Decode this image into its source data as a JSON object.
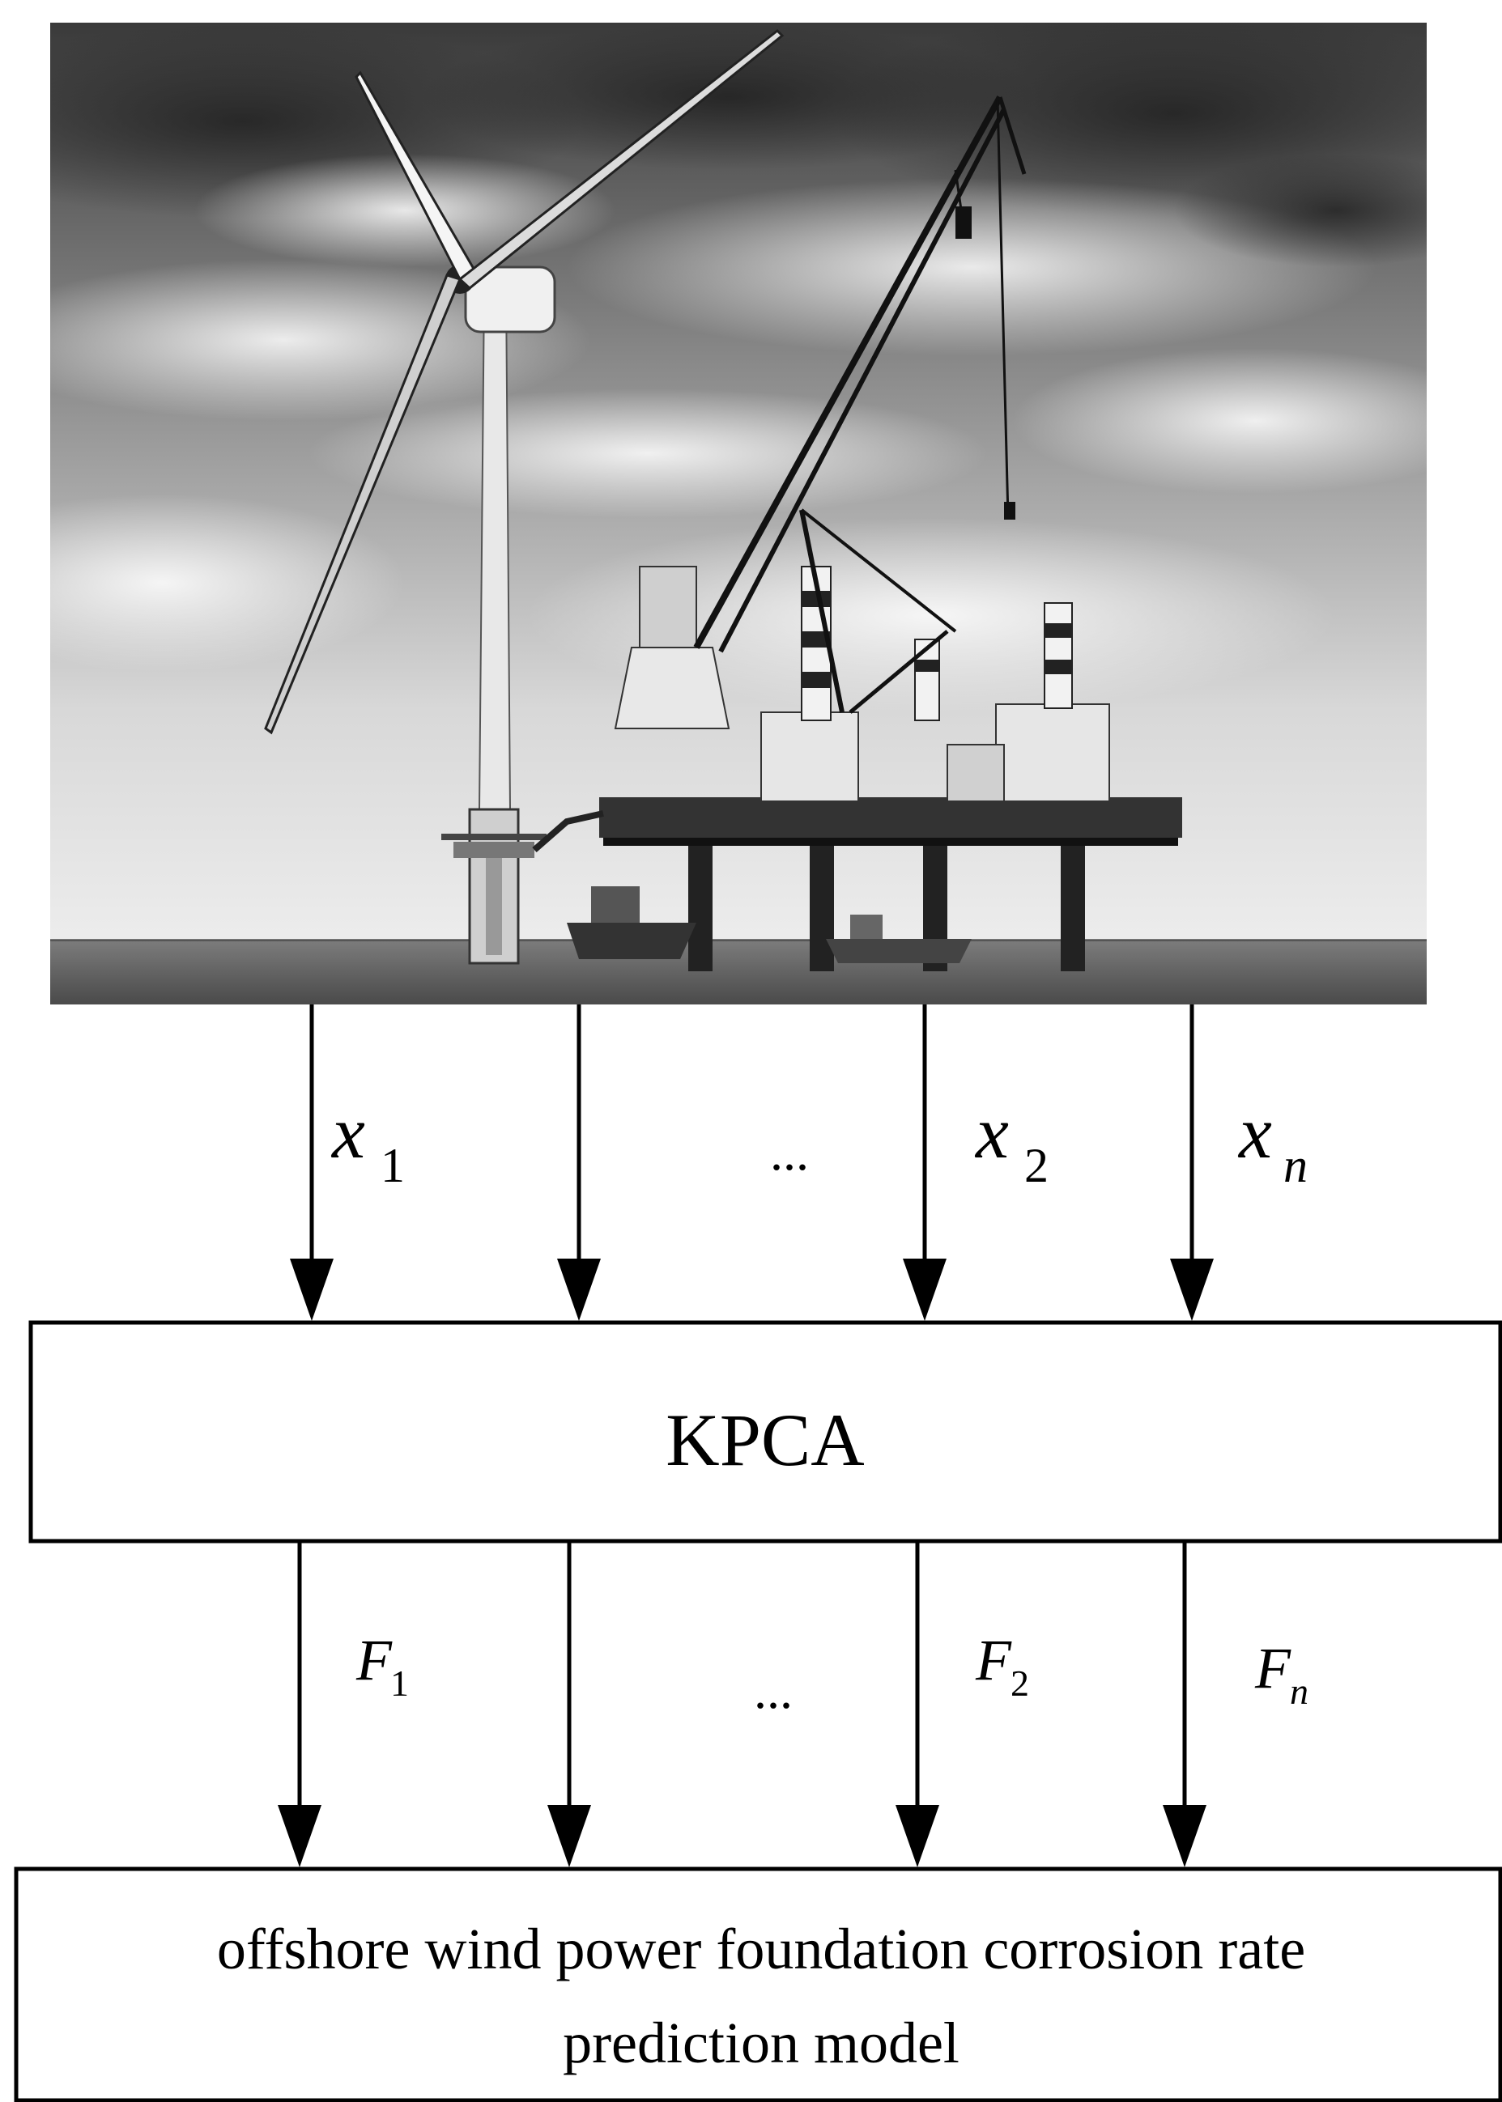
{
  "photo": {
    "subject": "offshore-wind-turbine-and-crane-vessel-photo"
  },
  "inputs": [
    {
      "symbol": "x",
      "subscript": "1"
    },
    {
      "symbol": "",
      "subscript": ""
    },
    {
      "symbol": "x",
      "subscript": "2"
    },
    {
      "symbol": "x",
      "subscript": "n"
    }
  ],
  "inputs_ellipsis": "...",
  "kpca_box": {
    "label": "KPCA"
  },
  "outputs": [
    {
      "symbol": "F",
      "subscript": "1"
    },
    {
      "symbol": "",
      "subscript": ""
    },
    {
      "symbol": "F",
      "subscript": "2"
    },
    {
      "symbol": "F",
      "subscript": "n"
    }
  ],
  "outputs_ellipsis": "...",
  "model_box": {
    "line1": "offshore wind power foundation corrosion rate",
    "line2": "prediction model"
  },
  "colors": {
    "stroke": "#000000",
    "background": "#ffffff"
  }
}
